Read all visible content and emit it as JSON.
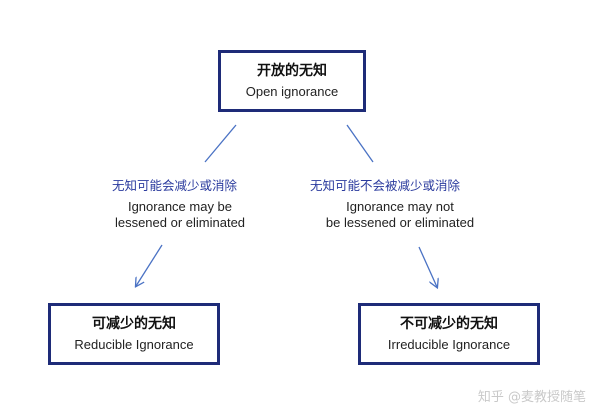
{
  "top_node": {
    "title_zh": "开放的无知",
    "title_en": "Open ignorance"
  },
  "left_branch": {
    "label_zh": "无知可能会减少或消除",
    "label_en_line1": "Ignorance may be",
    "label_en_line2": "lessened or eliminated"
  },
  "right_branch": {
    "label_zh": "无知可能不会被减少或消除",
    "label_en_line1": "Ignorance may not",
    "label_en_line2": "be lessened or eliminated"
  },
  "left_node": {
    "title_zh": "可减少的无知",
    "title_en": "Reducible Ignorance"
  },
  "right_node": {
    "title_zh": "不可减少的无知",
    "title_en": "Irreducible Ignorance"
  },
  "watermark": "知乎 @麦教授随笔",
  "colors": {
    "box_border": "#1e2b78",
    "branch_label": "#2b3b9e",
    "arrow": "#4a72c4"
  }
}
